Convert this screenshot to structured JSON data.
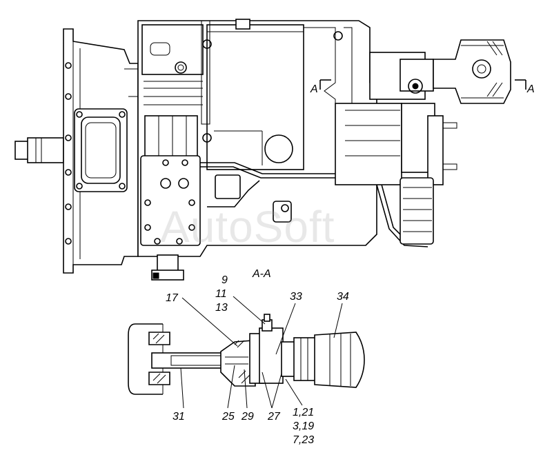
{
  "section_mark": "A-A",
  "section_arrow_left": "A",
  "section_arrow_right": "A",
  "watermark": "AutoSoft",
  "callouts": {
    "c9": "9",
    "c11": "11",
    "c13": "13",
    "c17": "17",
    "c33": "33",
    "c34": "34",
    "c31": "31",
    "c25": "25",
    "c29": "29",
    "c27": "27",
    "c1_21": "1,21",
    "c3_19": "3,19",
    "c7_23": "7,23"
  }
}
